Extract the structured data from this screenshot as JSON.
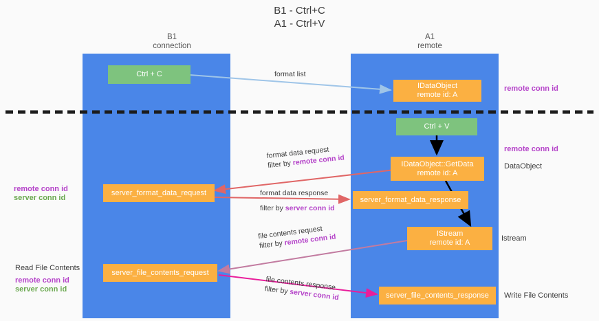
{
  "title": {
    "line1": "B1 - Ctrl+C",
    "line2": "A1 - Ctrl+V"
  },
  "columns": [
    {
      "name": "B1",
      "role": "connection"
    },
    {
      "name": "A1",
      "role": "remote"
    }
  ],
  "boxes": {
    "ctrl_c": {
      "label": "Ctrl + C"
    },
    "ctrl_v": {
      "label": "Ctrl + V"
    },
    "idataobject": {
      "line1": "IDataObject",
      "line2": "remote id: A"
    },
    "getdata": {
      "line1": "IDataObject::GetData",
      "line2": "remote id: A"
    },
    "istream": {
      "line1": "IStream",
      "line2": "remote id: A"
    },
    "server_format_data_request": {
      "label": "server_format_data_request"
    },
    "server_format_data_response": {
      "label": "server_format_data_response"
    },
    "server_file_contents_request": {
      "label": "server_file_contents_request"
    },
    "server_file_contents_response": {
      "label": "server_file_contents_response"
    }
  },
  "flows": {
    "format_list": "format list",
    "format_data_request": "format data request",
    "format_data_request_filter_prefix": "filter by ",
    "format_data_request_filter_key": "remote conn id",
    "format_data_response": "format data response",
    "format_data_response_filter_prefix": "filter by ",
    "format_data_response_filter_key": "server conn id",
    "file_contents_request": "file contents request",
    "file_contents_request_filter_prefix": "filter by ",
    "file_contents_request_filter_key": "remote conn id",
    "file_contents_response": "file contents response",
    "file_contents_response_filter_prefix": "filter by ",
    "file_contents_response_filter_key": "server conn id"
  },
  "annotations": {
    "right_remote_conn_id_top": "remote conn id",
    "right_remote_conn_id_mid": "remote conn id",
    "right_dataobject": "DataObject",
    "right_istream": "Istream",
    "right_write_file_contents": "Write File Contents",
    "left_remote_conn_id_mid": "remote conn id",
    "left_server_conn_id_mid": "server conn id",
    "left_read_file_contents": "Read File Contents",
    "left_remote_conn_id_bottom": "remote conn id",
    "left_server_conn_id_bottom": "server conn id"
  },
  "colors": {
    "lane": "#4a86e8",
    "green_box": "#7ec37e",
    "orange_box": "#fbb042",
    "purple": "#b544c9",
    "green_text": "#6aa84f",
    "arrow_blue": "#9fc5e8",
    "arrow_red": "#e06666",
    "arrow_magenta": "#c27ba0",
    "arrow_pink": "#e91e9b",
    "arrow_black": "#000000",
    "divider": "#1c1c1c",
    "background": "#fafafa"
  }
}
